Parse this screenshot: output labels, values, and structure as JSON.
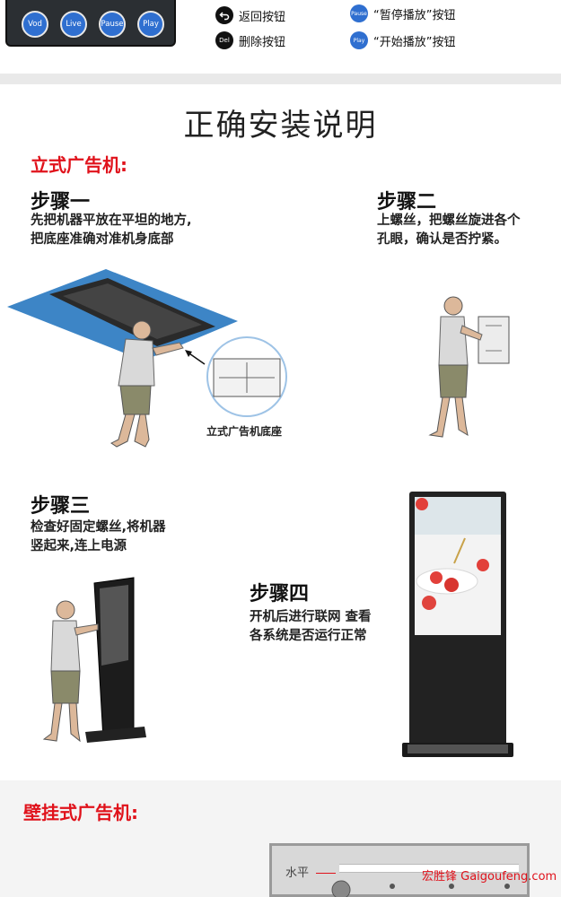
{
  "remote": {
    "buttons": [
      "Vod",
      "Live",
      "Pause",
      "Play"
    ]
  },
  "legend": {
    "back": {
      "icon": "back-arrow-icon",
      "label": "返回按钮"
    },
    "del": {
      "icon_text": "Del",
      "label": "删除按钮"
    },
    "pause": {
      "icon_text": "Pause",
      "label": "“暂停播放”按钮"
    },
    "play": {
      "icon_text": "Play",
      "label": "“开始播放”按钮"
    }
  },
  "main_title": "正确安装说明",
  "standing_section": "立式广告机:",
  "steps": [
    {
      "title": "步骤一",
      "lines": [
        "先把机器平放在平坦的地方,",
        "把底座准确对准机身底部"
      ]
    },
    {
      "title": "步骤二",
      "lines": [
        "上螺丝，把螺丝旋进各个",
        "孔眼，确认是否拧紧。"
      ]
    },
    {
      "title": "步骤三",
      "lines": [
        "检查好固定螺丝,将机器",
        "竖起来,连上电源"
      ]
    },
    {
      "title": "步骤四",
      "lines": [
        "开机后进行联网 查看",
        "各系统是否运行正常"
      ]
    }
  ],
  "base_caption": "立式广告机底座",
  "wall_section": "壁挂式广告机:",
  "level_label": "水平",
  "watermark": "宏胜锋 Gaigoufeng.com",
  "colors": {
    "accent_red": "#e0121b",
    "button_blue": "#2f6fd0",
    "mat_blue": "#3d85c6"
  }
}
